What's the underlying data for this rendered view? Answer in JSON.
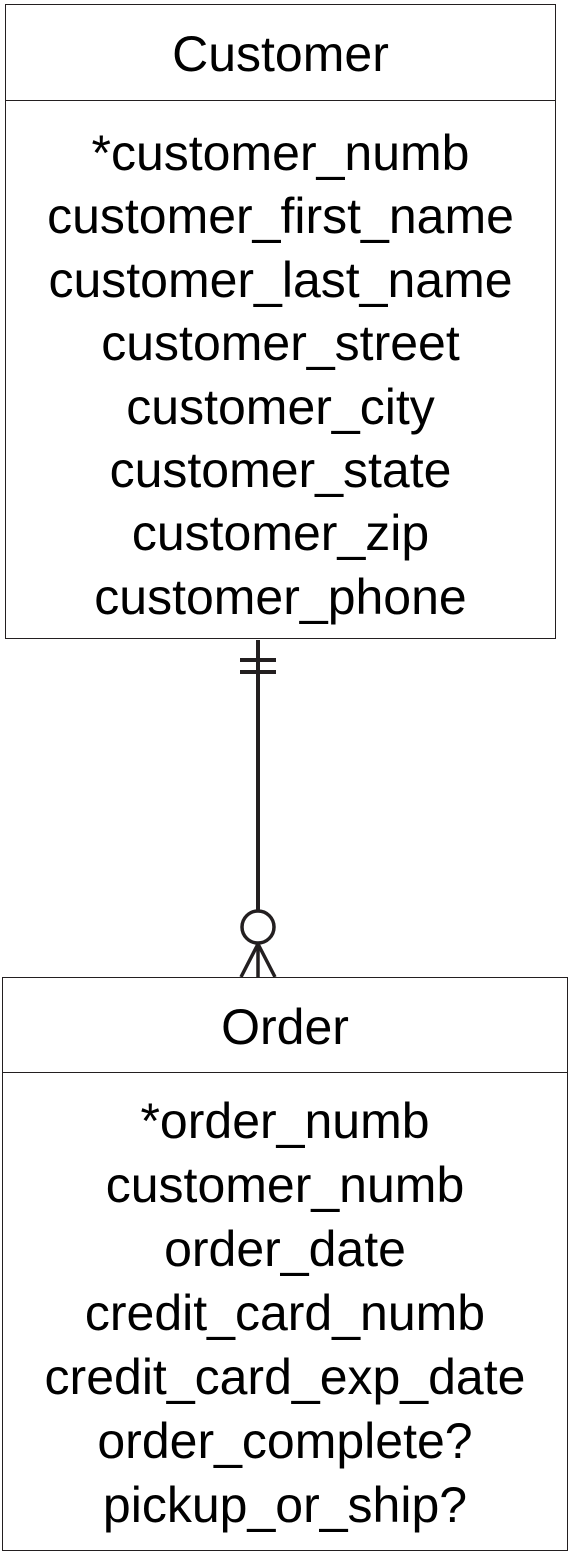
{
  "entities": {
    "customer": {
      "name": "Customer",
      "attributes": [
        "*customer_numb",
        "customer_first_name",
        "customer_last_name",
        "customer_street",
        "customer_city",
        "customer_state",
        "customer_zip",
        "customer_phone"
      ]
    },
    "order": {
      "name": "Order",
      "attributes": [
        "*order_numb",
        "customer_numb",
        "order_date",
        "credit_card_numb",
        "credit_card_exp_date",
        "order_complete?",
        "pickup_or_ship?"
      ]
    }
  },
  "relationship": {
    "from": "Customer",
    "to": "Order",
    "from_cardinality": "exactly-one",
    "to_cardinality": "zero-or-many",
    "line_color": "#231f20"
  }
}
